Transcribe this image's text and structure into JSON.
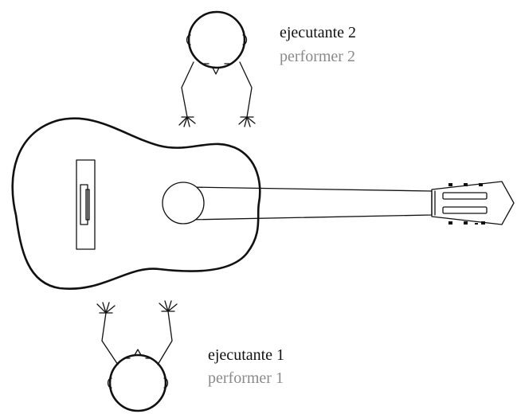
{
  "performer_top": {
    "label_es": "ejecutante 2",
    "label_en": "performer 2"
  },
  "performer_bottom": {
    "label_es": "ejecutante 1",
    "label_en": "performer 1"
  },
  "colors": {
    "stroke": "#111111",
    "english_label": "#8a8a8a",
    "background": "#ffffff"
  }
}
